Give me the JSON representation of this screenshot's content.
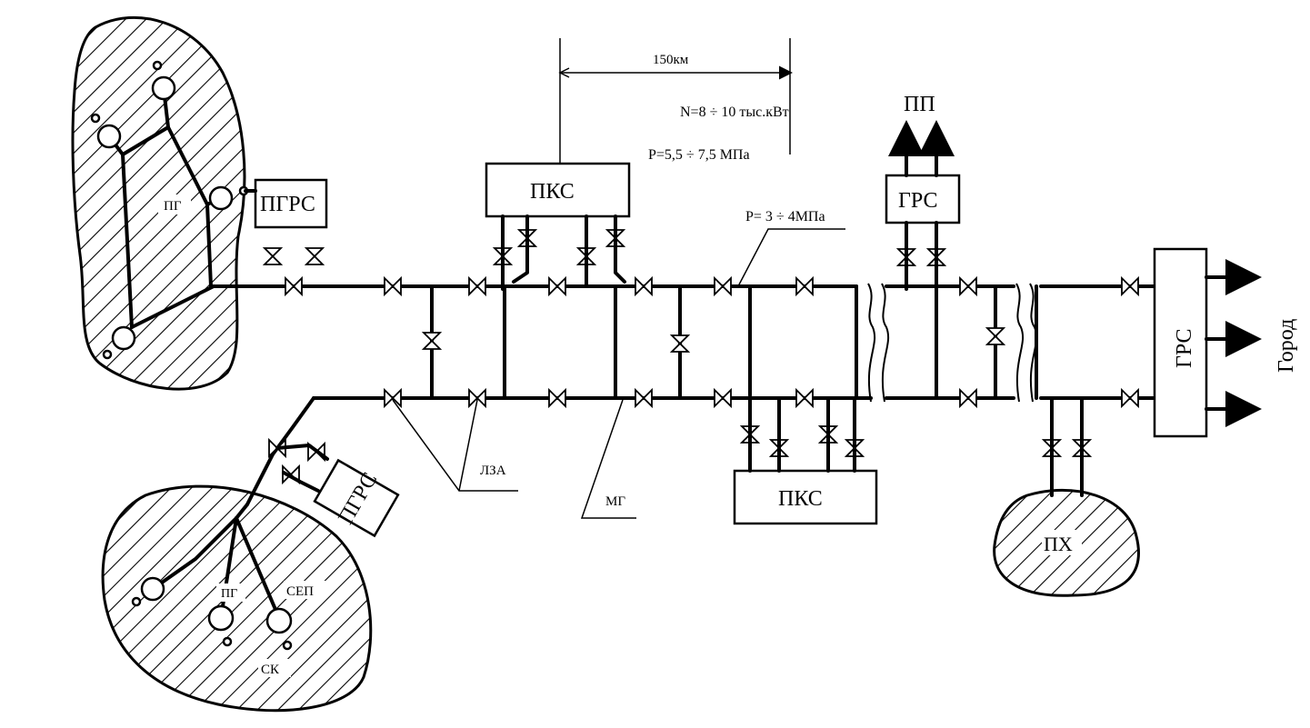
{
  "labels": {
    "field_top": "ПГ",
    "ppgrs_top": "ПГРС",
    "ppgrs_bottom": "ПГРС",
    "pks_top": "ПКС",
    "pks_bottom": "ПКС",
    "grs_top": "ГРС",
    "grs_city": "ГРС",
    "pp": "ПП",
    "storage": "ПХ",
    "distance": "150км",
    "power": "N=8 ÷ 10 тыс.кВт",
    "pressure_compressor": "P=5,5 ÷ 7,5 МПа",
    "pressure_line": "P= 3 ÷ 4МПа",
    "lza": "ЛЗА",
    "mg": "МГ",
    "field_bottom": "ПГ",
    "sep": "СЕП",
    "sk": "СК",
    "city": "Город"
  }
}
